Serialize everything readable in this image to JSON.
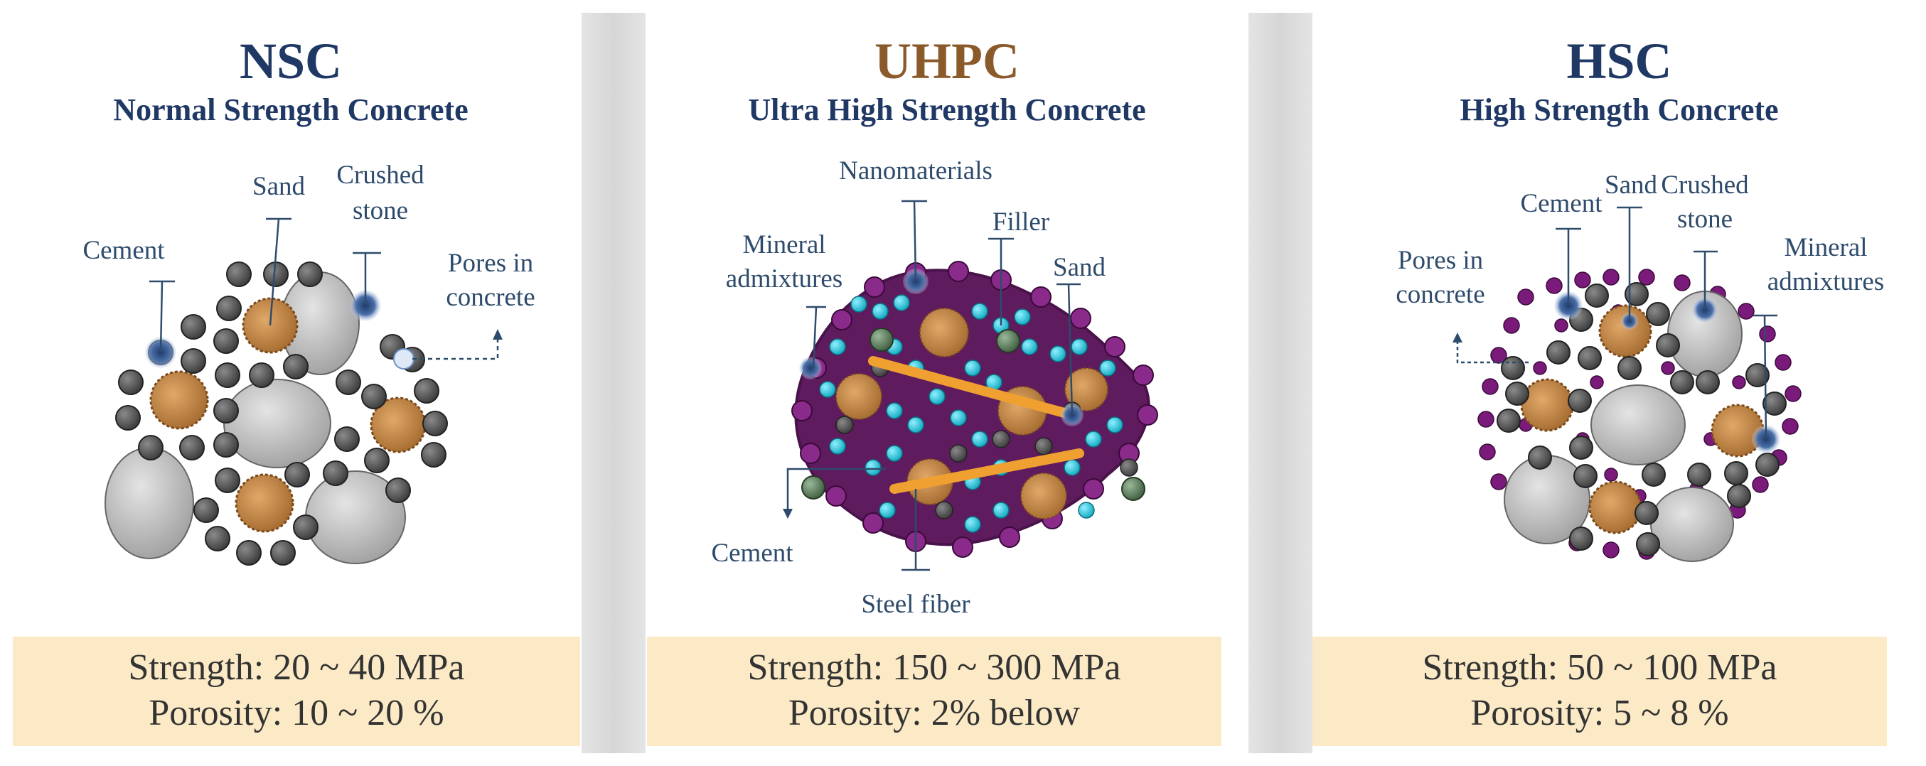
{
  "panels": [
    {
      "abbr": "NSC",
      "name": "Normal Strength Concrete",
      "labels": {
        "sand": "Sand",
        "crushed1": "Crushed",
        "crushed2": "stone",
        "cement": "Cement",
        "pores1": "Pores in",
        "pores2": "concrete"
      },
      "strength": "Strength: 20 ~ 40 MPa",
      "porosity": "Porosity: 10 ~ 20 %"
    },
    {
      "abbr": "UHPC",
      "name": "Ultra High Strength Concrete",
      "labels": {
        "nano": "Nanomaterials",
        "filler": "Filler",
        "mineral1": "Mineral",
        "mineral2": "admixtures",
        "sand": "Sand",
        "cement": "Cement",
        "steel": "Steel fiber"
      },
      "strength": "Strength: 150 ~ 300 MPa",
      "porosity": "Porosity: 2% below"
    },
    {
      "abbr": "HSC",
      "name": "High Strength Concrete",
      "labels": {
        "cement": "Cement",
        "sand": "Sand",
        "crushed1": "Crushed",
        "crushed2": "stone",
        "pores1": "Pores in",
        "pores2": "concrete",
        "mineral1": "Mineral",
        "mineral2": "admixtures"
      },
      "strength": "Strength: 50 ~ 100 MPa",
      "porosity": "Porosity: 5 ~ 8 %"
    }
  ],
  "colors": {
    "title_navy": "#1f3864",
    "title_brown": "#8b5a2b",
    "cement_particle": "#4a4a4a",
    "sand_particle": "#c88a4a",
    "stone": "#b8b8b8",
    "nano_particle": "#22c4dc",
    "mineral_particle": "#7a1a7a",
    "filler_particle": "#5a7a5a",
    "steel_fiber": "#f0a030",
    "info_box": "#fbeac5"
  }
}
